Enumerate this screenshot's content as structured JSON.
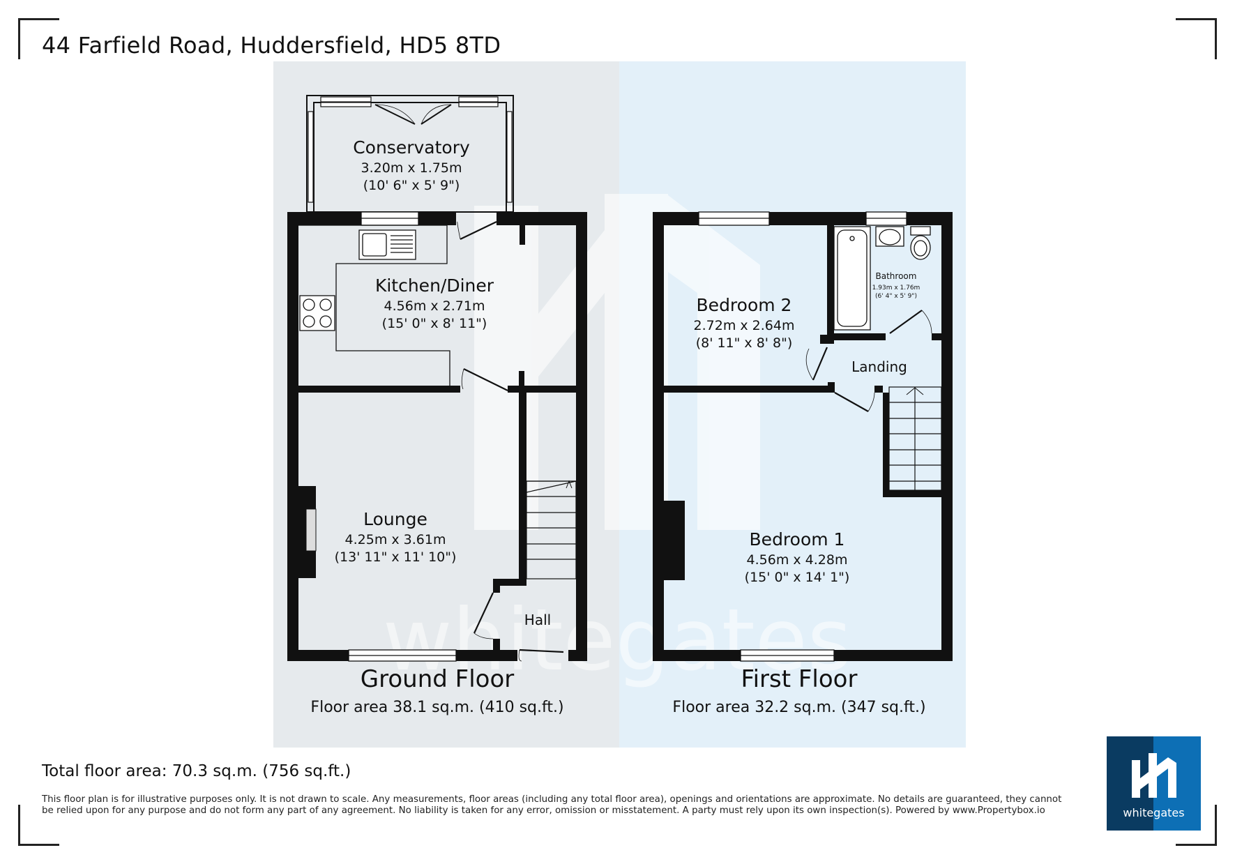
{
  "header": {
    "address": "44 Farfield Road, Huddersfield, HD5 8TD"
  },
  "floors": [
    {
      "name": "Ground Floor",
      "area": "Floor area 38.1 sq.m. (410 sq.ft.)",
      "rooms": [
        {
          "name": "Conservatory",
          "metric": "3.20m x 1.75m",
          "imperial": "(10' 6\" x 5' 9\")"
        },
        {
          "name": "Kitchen/Diner",
          "metric": "4.56m x 2.71m",
          "imperial": "(15' 0\" x 8' 11\")"
        },
        {
          "name": "Lounge",
          "metric": "4.25m x 3.61m",
          "imperial": "(13' 11\" x 11' 10\")"
        },
        {
          "name": "Hall"
        }
      ]
    },
    {
      "name": "First Floor",
      "area": "Floor area 32.2 sq.m. (347 sq.ft.)",
      "rooms": [
        {
          "name": "Bedroom 2",
          "metric": "2.72m x 2.64m",
          "imperial": "(8' 11\" x 8' 8\")"
        },
        {
          "name": "Bathroom",
          "metric": "1.93m x 1.76m",
          "imperial": "(6' 4\" x 5' 9\")"
        },
        {
          "name": "Landing"
        },
        {
          "name": "Bedroom 1",
          "metric": "4.56m x 4.28m",
          "imperial": "(15' 0\" x 14' 1\")"
        }
      ]
    }
  ],
  "footer": {
    "total_area": "Total floor area: 70.3 sq.m. (756 sq.ft.)",
    "disclaimer": "This floor plan is for illustrative purposes only. It is not drawn to scale. Any measurements, floor areas (including any total floor area), openings and orientations are approximate. No details are guaranteed, they cannot be relied upon for any purpose and do not form any part of any agreement. No liability is taken for any error, omission or misstatement. A party must rely upon its own inspection(s). Powered by www.Propertybox.io"
  },
  "watermark": "whitegates",
  "logo": {
    "text": "whitegates",
    "colors": {
      "dark": "#0a3b61",
      "light": "#0d6fb5"
    }
  },
  "colors": {
    "walls": "#111111",
    "ground_panel": "#e6eaed",
    "first_panel": "#e3f0f9"
  }
}
